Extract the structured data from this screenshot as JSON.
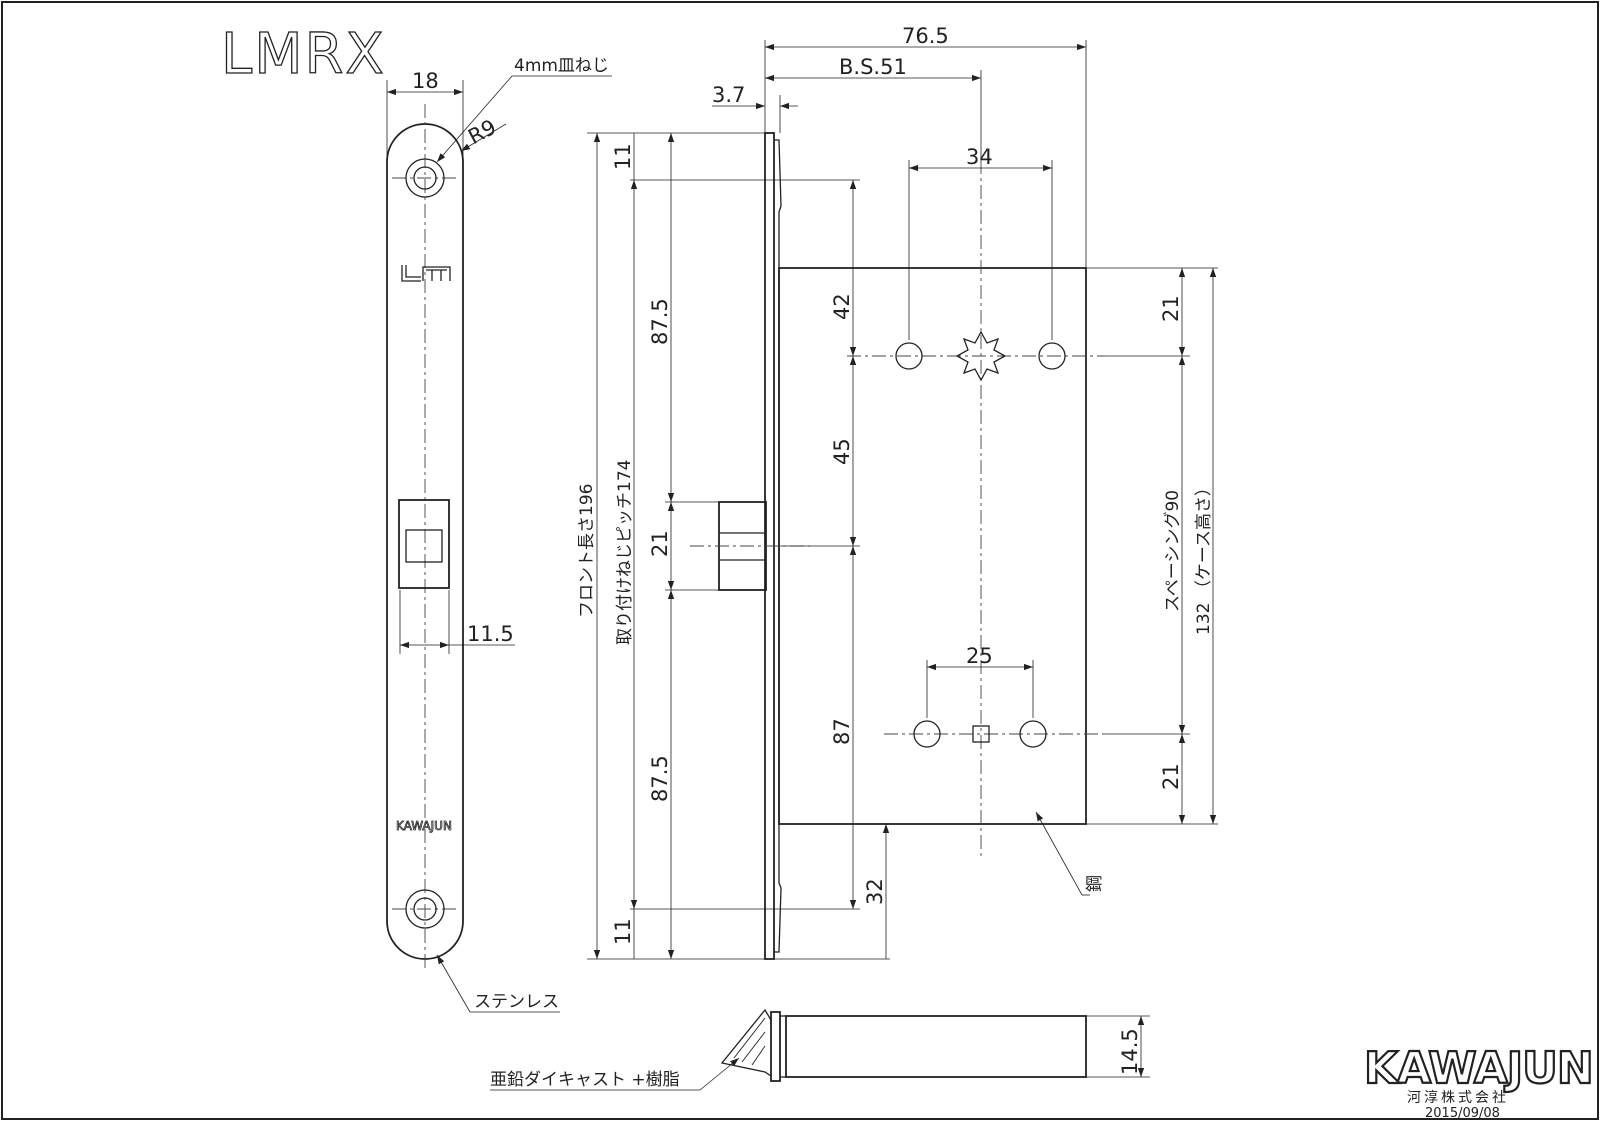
{
  "title": "LMRX",
  "dimensions": {
    "overall_depth": "76.5",
    "backset": "B.S.51",
    "front_thickness": "3.7",
    "front_width": "18",
    "front_radius": "R9",
    "latch_width": "11.5",
    "knob_hole_pitch": "34",
    "cylinder_hole_pitch": "25",
    "top_screw_offset": "11",
    "bottom_screw_offset": "11",
    "upper_half_pitch": "87.5",
    "lower_half_pitch": "87.5",
    "latch_height": "21",
    "case_to_knob": "42",
    "knob_to_latch": "45",
    "latch_to_cylinder": "87",
    "case_bottom_offset": "32",
    "case_top_to_knob": "21",
    "cylinder_to_case_bottom": "21",
    "bottom_view_height": "14.5"
  },
  "labels": {
    "screw_note": "4mm皿ねじ",
    "front_length": "フロント長さ196",
    "screw_pitch": "取り付けねじピッチ174",
    "spacing": "スペーシング90",
    "case_height": "132 （ケース高さ）",
    "material_front": "ステンレス",
    "material_latch": "亜鉛ダイキャスト +樹脂",
    "case_material": "鋼",
    "plate_mark": "LM",
    "plate_brand": "KAWAJUN"
  },
  "company": {
    "logo": "KAWAJUN",
    "name": "河淳株式会社",
    "date": "2015/09/08"
  },
  "colors": {
    "line": "#222222",
    "background": "#ffffff"
  }
}
